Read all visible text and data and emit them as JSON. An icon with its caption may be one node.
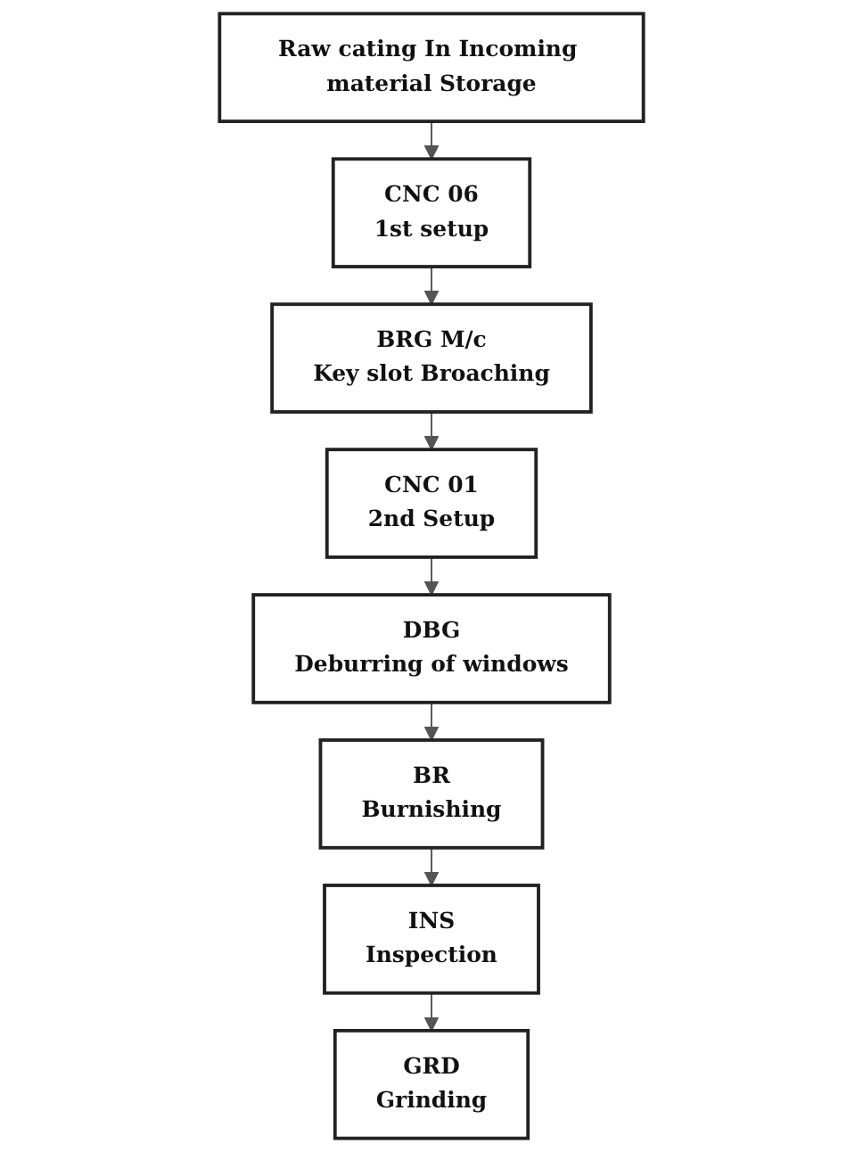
{
  "diagram": {
    "nodes": [
      {
        "text": [
          "Raw cating In Incoming material Storage"
        ]
      },
      {
        "text": [
          "CNC 06",
          "1st setup"
        ]
      },
      {
        "text": [
          "BRG M/c",
          "Key slot Broaching"
        ]
      },
      {
        "text": [
          "CNC 01",
          "2nd Setup"
        ]
      },
      {
        "text": [
          "DBG",
          "Deburring of windows"
        ]
      },
      {
        "text": [
          "BR",
          "Burnishing"
        ]
      },
      {
        "text": [
          "INS",
          "Inspection"
        ]
      },
      {
        "text": [
          "GRD",
          "Grinding"
        ]
      }
    ],
    "edges": [
      {
        "from": 0,
        "to": 1,
        "arrow": "to"
      },
      {
        "from": 1,
        "to": 2,
        "arrow": "to"
      },
      {
        "from": 2,
        "to": 3,
        "arrow": "to"
      },
      {
        "from": 3,
        "to": 4,
        "arrow": "to"
      },
      {
        "from": 4,
        "to": 5,
        "arrow": "to"
      },
      {
        "from": 5,
        "to": 6,
        "arrow": "to"
      },
      {
        "from": 6,
        "to": 7,
        "arrow": "to"
      }
    ]
  }
}
